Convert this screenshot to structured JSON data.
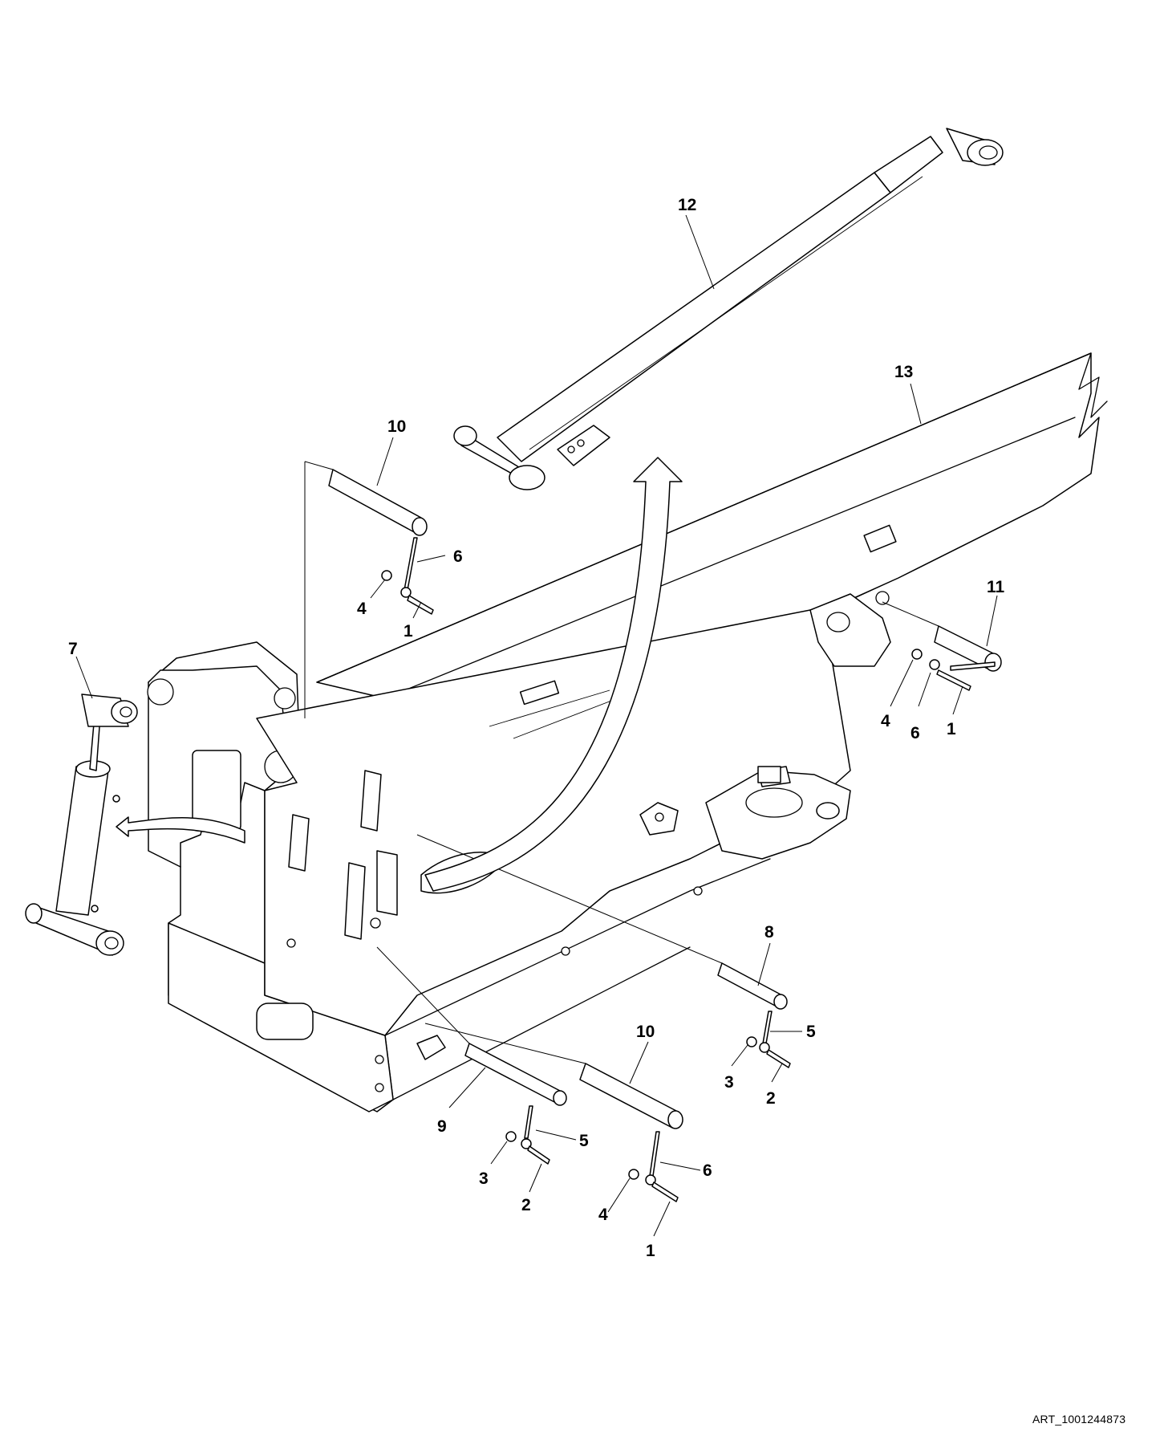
{
  "art_id": "ART_1001244873",
  "callouts": [
    {
      "id": "c12a",
      "label": "12"
    },
    {
      "id": "c13",
      "label": "13"
    },
    {
      "id": "c10a",
      "label": "10"
    },
    {
      "id": "c6a",
      "label": "6"
    },
    {
      "id": "c4a",
      "label": "4"
    },
    {
      "id": "c1a",
      "label": "1"
    },
    {
      "id": "c11",
      "label": "11"
    },
    {
      "id": "c4b",
      "label": "4"
    },
    {
      "id": "c6b",
      "label": "6"
    },
    {
      "id": "c1b",
      "label": "1"
    },
    {
      "id": "c7",
      "label": "7"
    },
    {
      "id": "c8",
      "label": "8"
    },
    {
      "id": "c5a",
      "label": "5"
    },
    {
      "id": "c3a",
      "label": "3"
    },
    {
      "id": "c2a",
      "label": "2"
    },
    {
      "id": "c10b",
      "label": "10"
    },
    {
      "id": "c9",
      "label": "9"
    },
    {
      "id": "c5b",
      "label": "5"
    },
    {
      "id": "c3b",
      "label": "3"
    },
    {
      "id": "c2b",
      "label": "2"
    },
    {
      "id": "c6c",
      "label": "6"
    },
    {
      "id": "c4c",
      "label": "4"
    },
    {
      "id": "c1c",
      "label": "1"
    }
  ]
}
